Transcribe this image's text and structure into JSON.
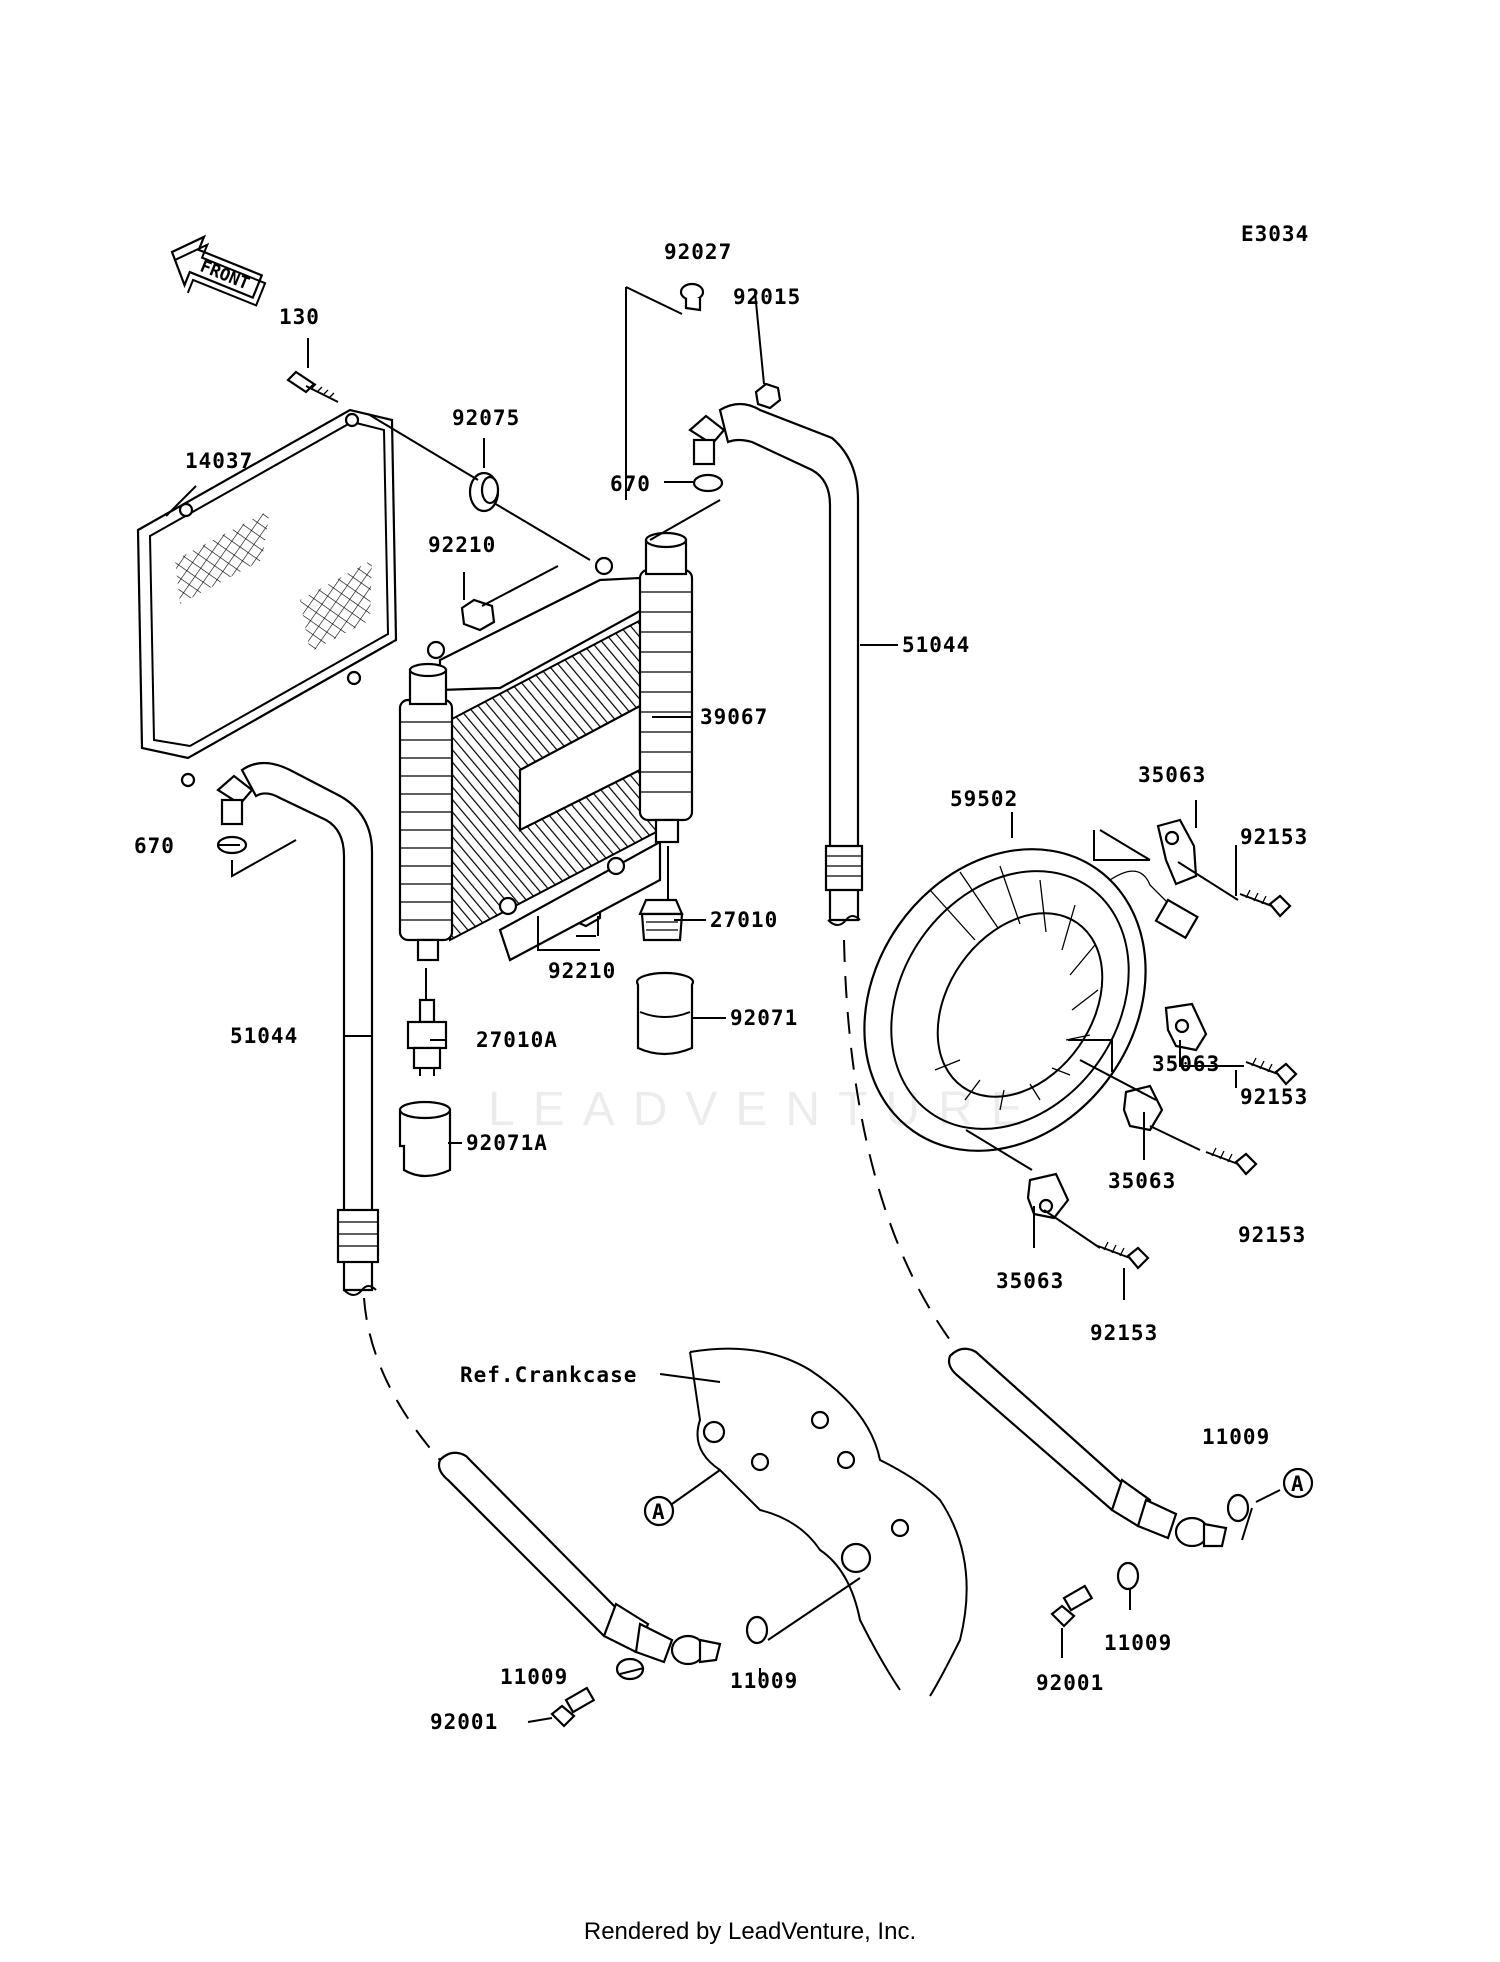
{
  "diagram_code": "E3034",
  "front_label": "FRONT",
  "watermark": "LEADVENTURE",
  "footer": "Rendered by LeadVenture, Inc.",
  "labels": {
    "p92027": "92027",
    "p92015": "92015",
    "p130": "130",
    "p92075": "92075",
    "p14037": "14037",
    "p670_top": "670",
    "p92210_top": "92210",
    "p51044_right": "51044",
    "p39067": "39067",
    "p670_left": "670",
    "p35063_top": "35063",
    "p59502": "59502",
    "p92153_1": "92153",
    "p27010": "27010",
    "p92210_bottom": "92210",
    "p92071": "92071",
    "p51044_left": "51044",
    "p27010A": "27010A",
    "p35063_2": "35063",
    "p92153_2": "92153",
    "p92071A": "92071A",
    "p35063_3": "35063",
    "p92153_3": "92153",
    "p35063_4": "35063",
    "p92153_4": "92153",
    "ref_crankcase": "Ref.Crankcase",
    "p11009_right_top": "11009",
    "ref_a_left": "A",
    "ref_a_right": "A",
    "p11009_right_bottom": "11009",
    "p92001_right": "92001",
    "p11009_left_1": "11009",
    "p11009_left_2": "11009",
    "p92001_left": "92001"
  }
}
